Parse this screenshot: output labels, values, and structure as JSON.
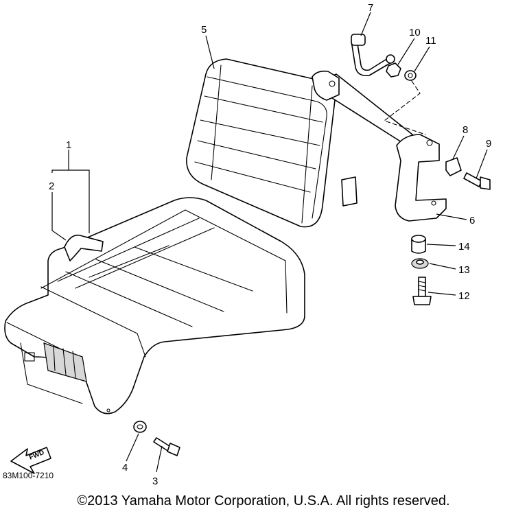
{
  "diagram": {
    "callouts": [
      "1",
      "2",
      "3",
      "4",
      "5",
      "6",
      "7",
      "8",
      "9",
      "10",
      "11",
      "12",
      "13",
      "14"
    ],
    "drawing_code": "83M100-7210",
    "fwd_label": "FWD"
  },
  "footer": {
    "copyright": "©2013 Yamaha Motor Corporation, U.S.A. All rights reserved."
  }
}
